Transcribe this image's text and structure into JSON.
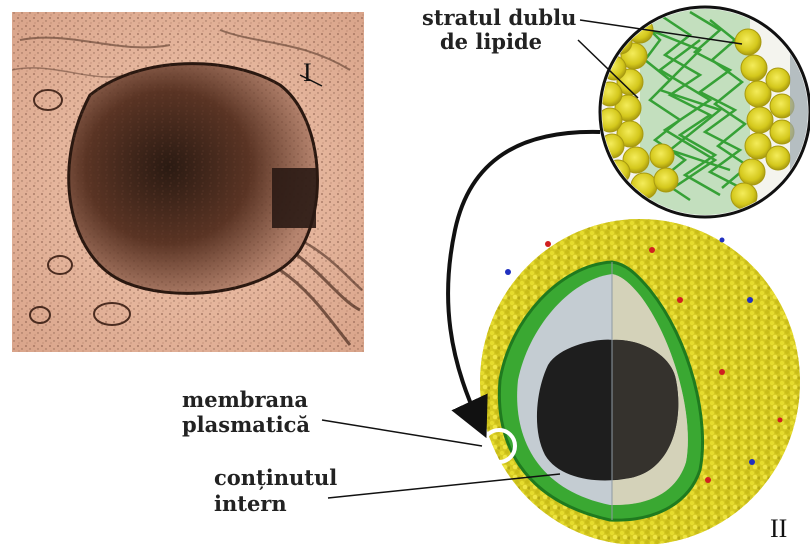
{
  "labels": {
    "lipid_bilayer_line1": "stratul dublu",
    "lipid_bilayer_line2": "de lipide",
    "membrane_line1": "membrana",
    "membrane_line2": "plasmatică",
    "content_line1": "conținutul",
    "content_line2": "intern"
  },
  "panel_labels": {
    "micrograph": "I",
    "model": "II"
  },
  "colors": {
    "micrograph_bg": "#e8b8a0",
    "cell_dark": "#3a2418",
    "lipid_head": "#f0dc1e",
    "lipid_tail": "#2f9e2f",
    "cell_surface": "#d8cf2a",
    "interior": "#1e1e1e",
    "cut_face": "#b8c4cc"
  }
}
